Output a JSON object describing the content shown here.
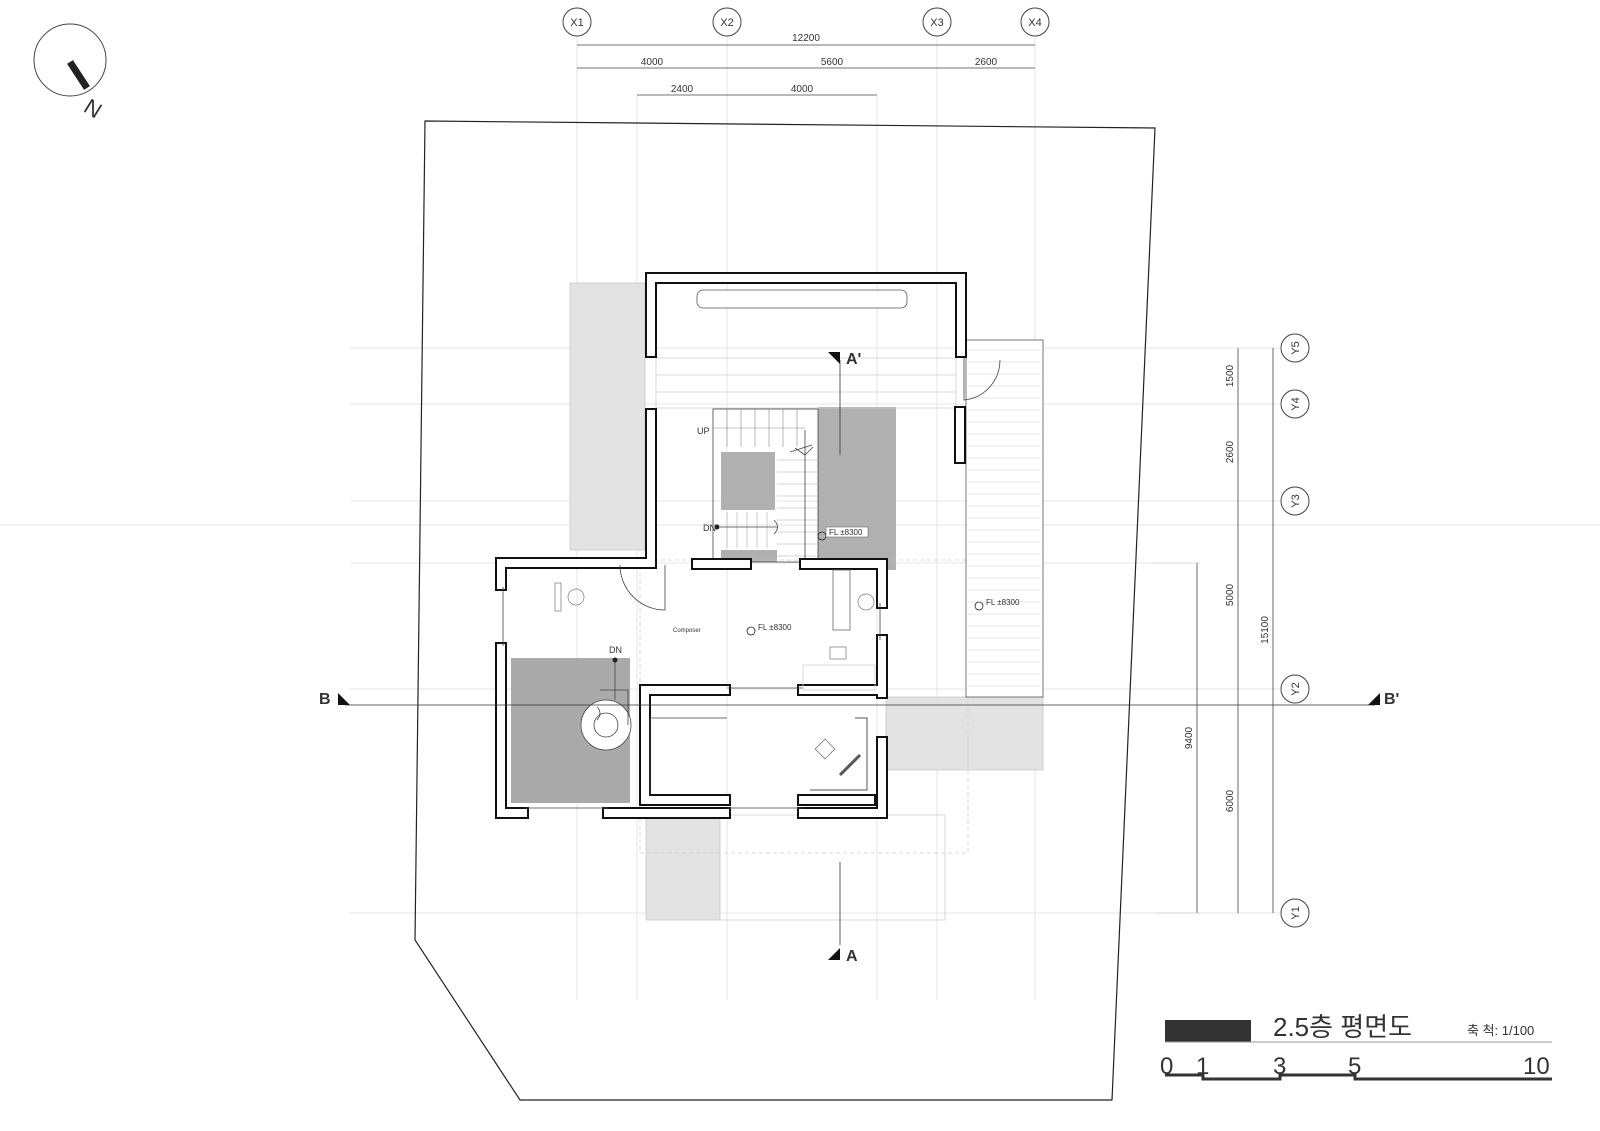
{
  "drawing": {
    "title": "2.5층 평면도",
    "scale_label": "축 척: 1/100",
    "north_label": "N",
    "grid_x": [
      "X1",
      "X2",
      "X3",
      "X4"
    ],
    "grid_y": [
      "Y5",
      "Y4",
      "Y3",
      "Y2",
      "Y1"
    ],
    "dims_top": {
      "overall": "12200",
      "row2": [
        "4000",
        "5600",
        "2600"
      ],
      "row3": [
        "2400",
        "4000"
      ]
    },
    "dims_right": {
      "segments": [
        "1500",
        "2600",
        "5000",
        "6000"
      ],
      "overall": "15100",
      "partial": "9400"
    },
    "sections": {
      "a_top": "A'",
      "a_bottom": "A",
      "b_left": "B",
      "b_right": "B'"
    },
    "labels": {
      "up": "UP",
      "dn_main": "DN",
      "dn_spiral": "DN",
      "composer": "Composer",
      "fl_stair": "FL ±8300",
      "fl_center": "FL ±8300",
      "fl_deck": "FL ±8300"
    },
    "scale_bar": [
      "0",
      "1",
      "3",
      "5",
      "10"
    ],
    "colors": {
      "wall": "#111111",
      "dark_fill": "#aaaaaa",
      "light_fill": "#e3e3e3"
    }
  }
}
